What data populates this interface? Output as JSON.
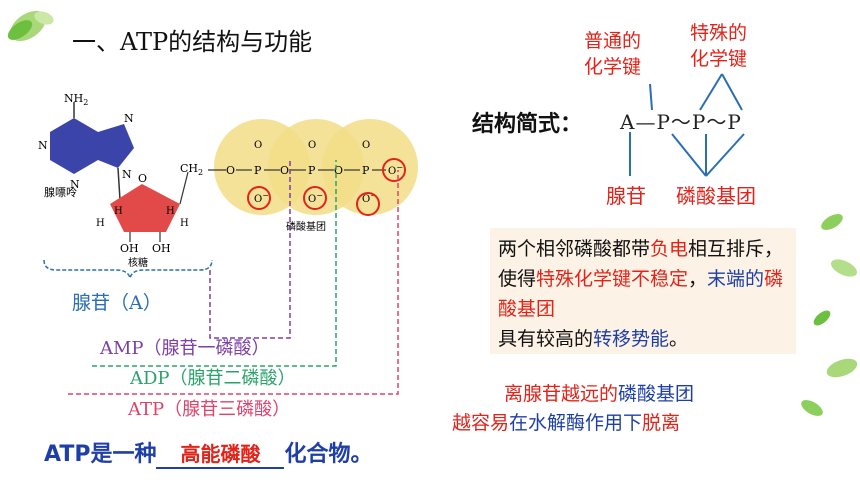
{
  "title": "一、ATP的结构与功能",
  "molecule": {
    "nh2": "NH",
    "nh2_sub": "2",
    "n": "N",
    "adenine_name": "腺嘌呤",
    "o": "O",
    "h": "H",
    "oh": "OH",
    "ch2": "CH",
    "ch2_sub": "2",
    "p": "P",
    "ominus": "O",
    "minus": "−",
    "sugar_name": "核糖",
    "phosphate_label": "磷酸基团"
  },
  "labels": {
    "adenosine": "腺苷（A）",
    "amp": "AMP（腺苷一磷酸）",
    "adp": "ADP（腺苷二磷酸）",
    "atp": "ATP（腺苷三磷酸）"
  },
  "structure": {
    "ordinary_bond_l1": "普通的",
    "ordinary_bond_l2": "化学键",
    "special_bond_l1": "特殊的",
    "special_bond_l2": "化学键",
    "formula_label": "结构简式：",
    "formula": "A—P～P～P",
    "adenosine": "腺苷",
    "phosphate_group": "磷酸基团"
  },
  "note": {
    "s1": "两个相邻磷酸都带",
    "s2": "负电",
    "s3": "相互排斥，使得",
    "s4": "特殊化学键不稳定",
    "s5": "，",
    "s6": "末端的",
    "s7": "磷酸基团",
    "s8": "具有较高的",
    "s9": "转移势能",
    "s10": "。"
  },
  "hydrolysis": {
    "a1": "离腺苷越远的",
    "a2": "磷酸基团",
    "b1": "越容易",
    "b2": "在水解酶作用下",
    "b3": "脱离"
  },
  "bottom": {
    "prefix": "ATP是一种",
    "answer": "高能磷酸",
    "suffix": "化合物。"
  },
  "colors": {
    "red": "#e2231a",
    "blue": "#1f3fa8",
    "note_bg": "#fdf2e6",
    "adenine_fill": "#3b44a8",
    "sugar_fill": "#e24a4a",
    "phosphate_fill": "#f2dd86"
  }
}
